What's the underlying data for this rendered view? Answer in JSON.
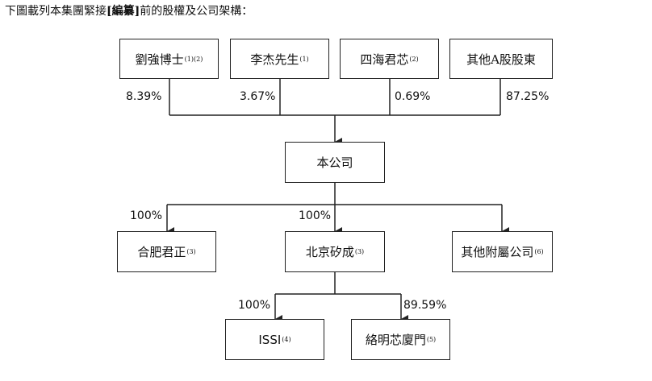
{
  "intro": {
    "prefix": "下圖載列本集團緊接",
    "bold": "[編纂]",
    "suffix": "前的股權及公司架構："
  },
  "shareholders": [
    {
      "name": "劉強博士",
      "note": "(1)(2)",
      "pct": "8.39%"
    },
    {
      "name": "李杰先生",
      "note": "(1)",
      "pct": "3.67%"
    },
    {
      "name": "四海君芯",
      "note": "(2)",
      "pct": "0.69%"
    },
    {
      "name": "其他A股股東",
      "note": "",
      "pct": "87.25%"
    }
  ],
  "company": {
    "name": "本公司"
  },
  "subsidiaries": [
    {
      "name": "合肥君正",
      "note": "(3)",
      "pct": "100%"
    },
    {
      "name": "北京矽成",
      "note": "(3)",
      "pct": "100%"
    },
    {
      "name": "其他附屬公司",
      "note": "(6)",
      "pct": ""
    }
  ],
  "sub_subsidiaries": [
    {
      "name": "ISSI",
      "note": "(4)",
      "pct": "100%"
    },
    {
      "name": "絡明芯廈門",
      "note": "(5)",
      "pct": "89.59%"
    }
  ],
  "colors": {
    "line": "#222222",
    "text": "#111111"
  }
}
